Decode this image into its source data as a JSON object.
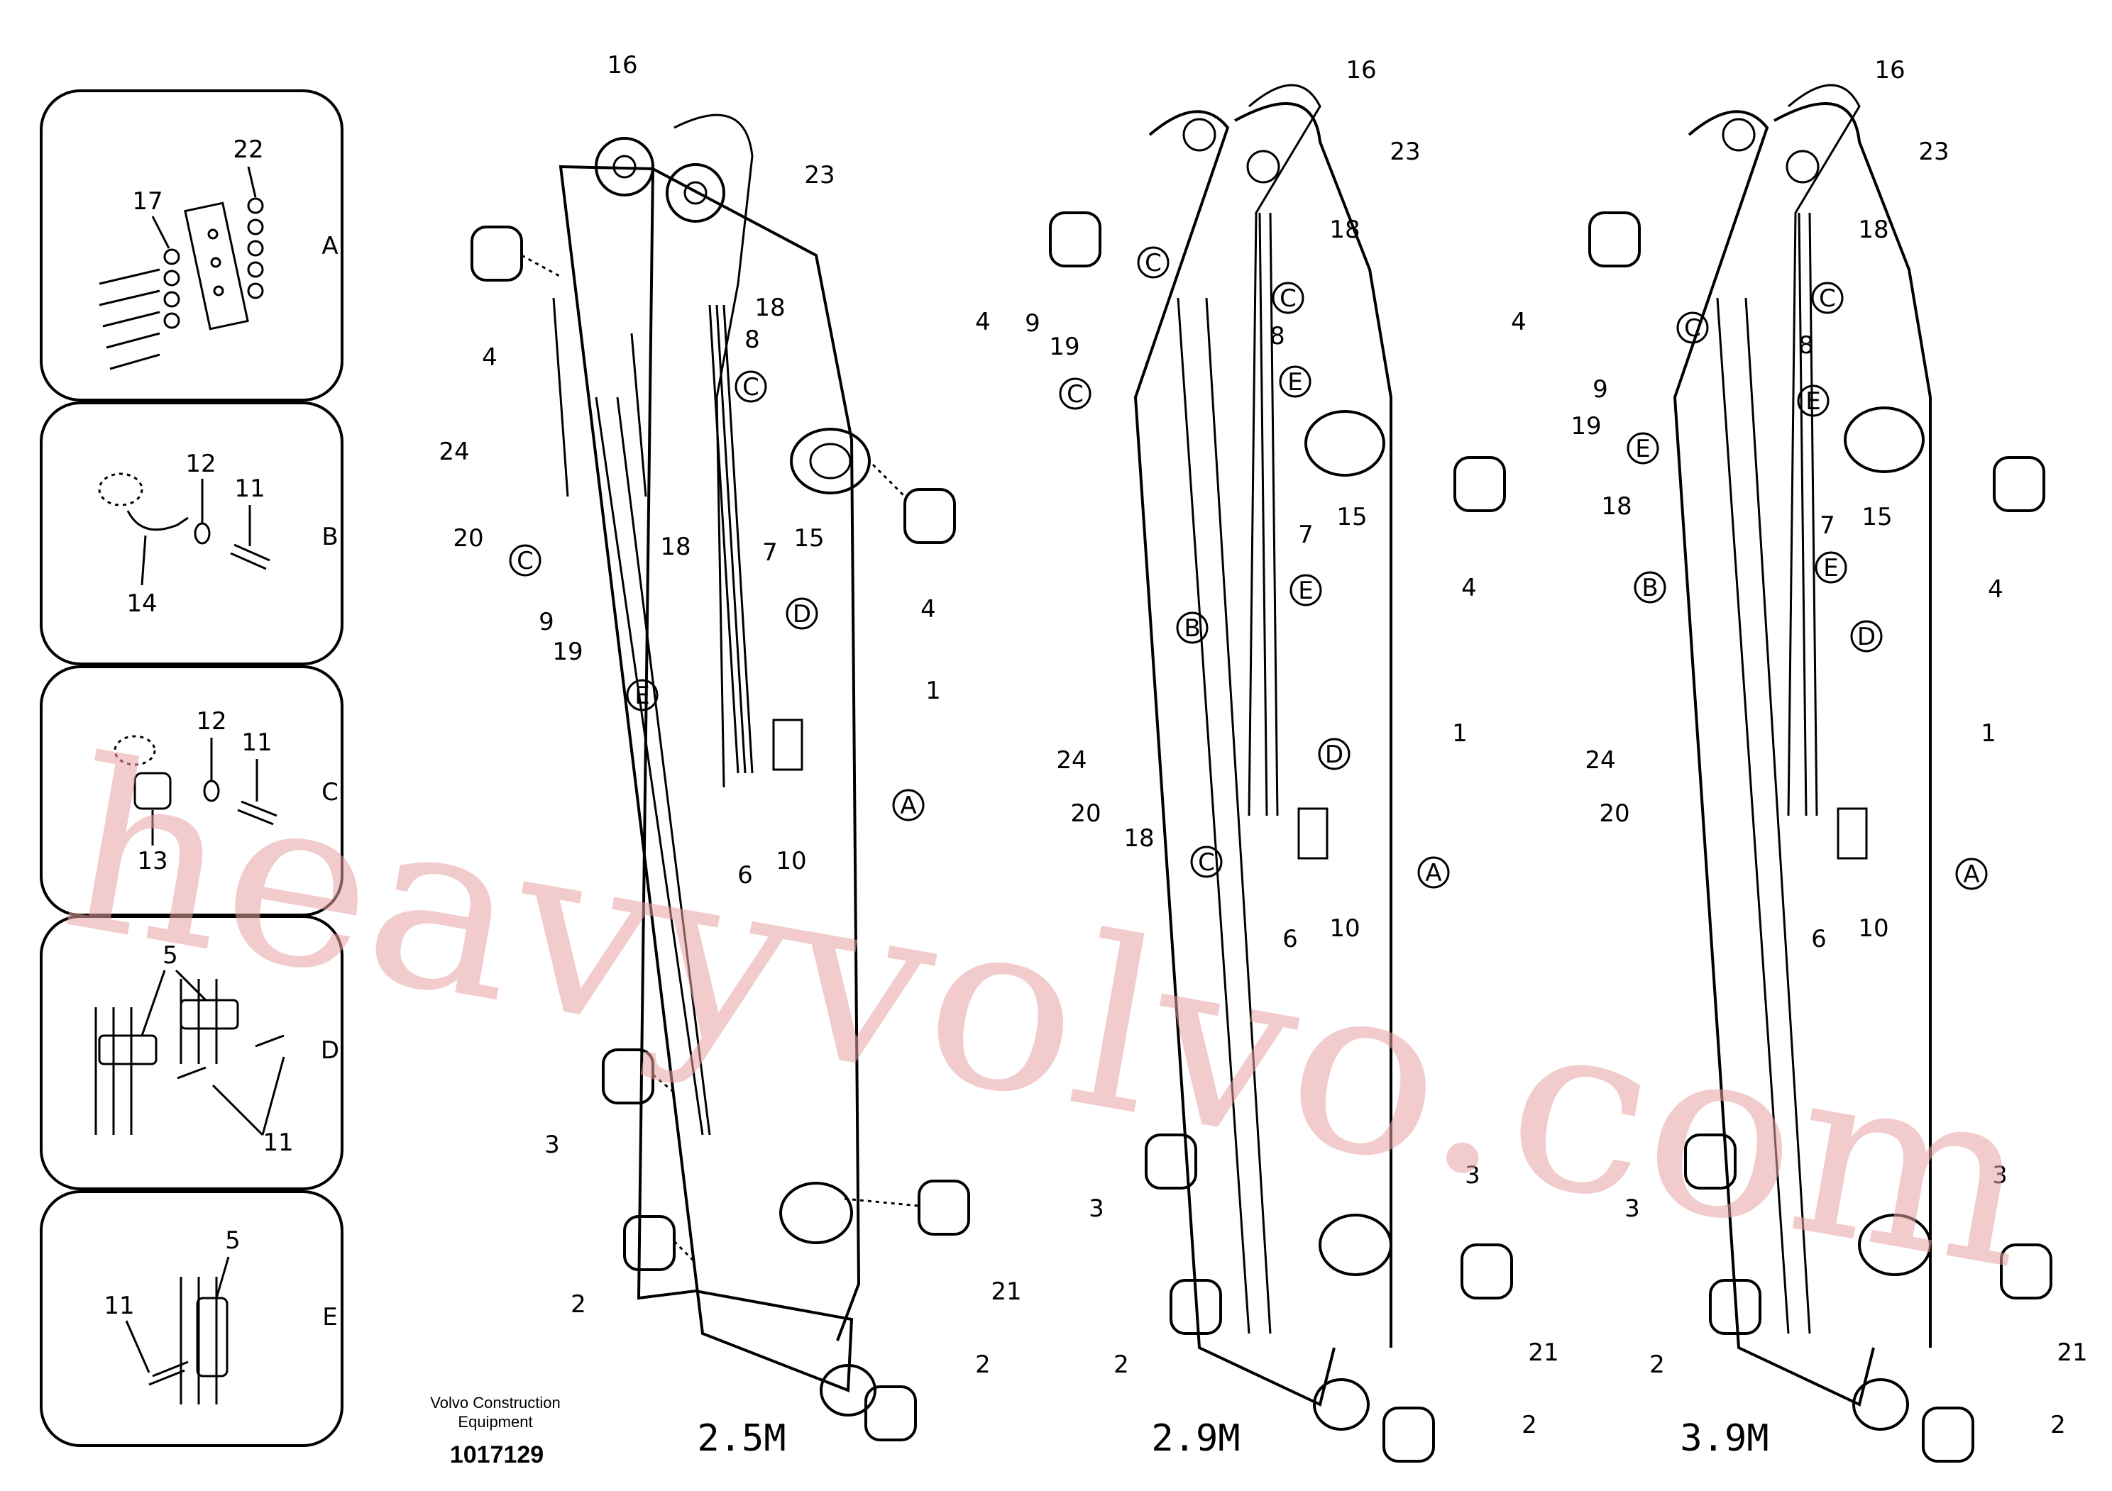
{
  "detail_panels": [
    {
      "letter": "A",
      "parts": [
        "22",
        "17"
      ]
    },
    {
      "letter": "B",
      "parts": [
        "12",
        "11",
        "14"
      ]
    },
    {
      "letter": "C",
      "parts": [
        "12",
        "11",
        "13"
      ]
    },
    {
      "letter": "D",
      "parts": [
        "5",
        "11"
      ]
    },
    {
      "letter": "E",
      "parts": [
        "5",
        "11"
      ]
    }
  ],
  "views": [
    {
      "variant": "2.5M"
    },
    {
      "variant": "2.9M"
    },
    {
      "variant": "3.9M"
    }
  ],
  "callouts": {
    "view1": [
      "16",
      "23",
      "18",
      "8",
      "4",
      "24",
      "20",
      "18",
      "9",
      "19",
      "7",
      "15",
      "4",
      "1",
      "10",
      "6",
      "3",
      "2",
      "21",
      "2"
    ],
    "view2": [
      "16",
      "23",
      "18",
      "8",
      "4",
      "9",
      "19",
      "7",
      "15",
      "4",
      "1",
      "24",
      "20",
      "18",
      "10",
      "6",
      "3",
      "2",
      "21",
      "2",
      "3"
    ],
    "view3": [
      "16",
      "23",
      "18",
      "8",
      "4",
      "9",
      "19",
      "18",
      "7",
      "15",
      "4",
      "1",
      "24",
      "20",
      "10",
      "6",
      "3",
      "2",
      "21",
      "2",
      "3"
    ]
  },
  "circle_refs": {
    "view1": [
      "C",
      "C",
      "D",
      "E",
      "A"
    ],
    "view2": [
      "C",
      "C",
      "C",
      "E",
      "E",
      "B",
      "D",
      "C",
      "A"
    ],
    "view3": [
      "C",
      "C",
      "E",
      "E",
      "B",
      "E",
      "D",
      "A"
    ]
  },
  "footer": {
    "brand_line1": "Volvo Construction",
    "brand_line2": "Equipment",
    "drawing_no": "1017129"
  },
  "watermark": "heavyvolvo.com"
}
